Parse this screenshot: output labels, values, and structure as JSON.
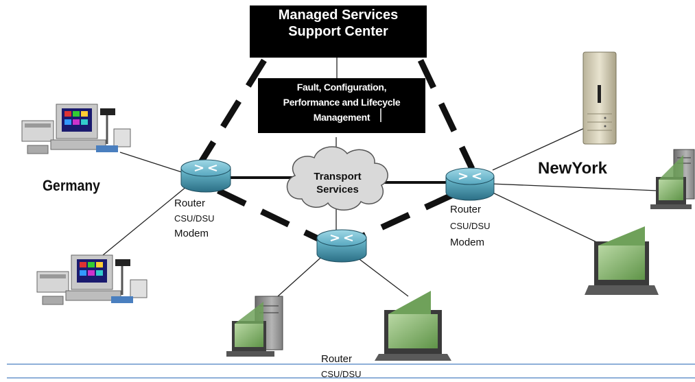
{
  "top_box": {
    "line1": "Managed Services",
    "line2": "Support Center"
  },
  "mgmt_box": {
    "line1": "Fault, Configuration,",
    "line2": "Performance and Lifecycle",
    "line3": "Management"
  },
  "cloud": {
    "line1": "Transport",
    "line2": "Services"
  },
  "sites": {
    "left": "Germany",
    "right": "NewYork"
  },
  "router_left": {
    "line1": "Router",
    "line2": "CSU/DSU",
    "line3": "Modem"
  },
  "router_right": {
    "line1": "Router",
    "line2": "CSU/DSU",
    "line3": "Modem"
  },
  "router_bottom": {
    "line1": "Router",
    "line2": "CSU/DSU"
  },
  "colors": {
    "box": "#000000",
    "router": "#3f8fa6",
    "cloud": "#d9d9d9",
    "rule": "#4a7fc0",
    "monitor": "#7fae6a"
  }
}
